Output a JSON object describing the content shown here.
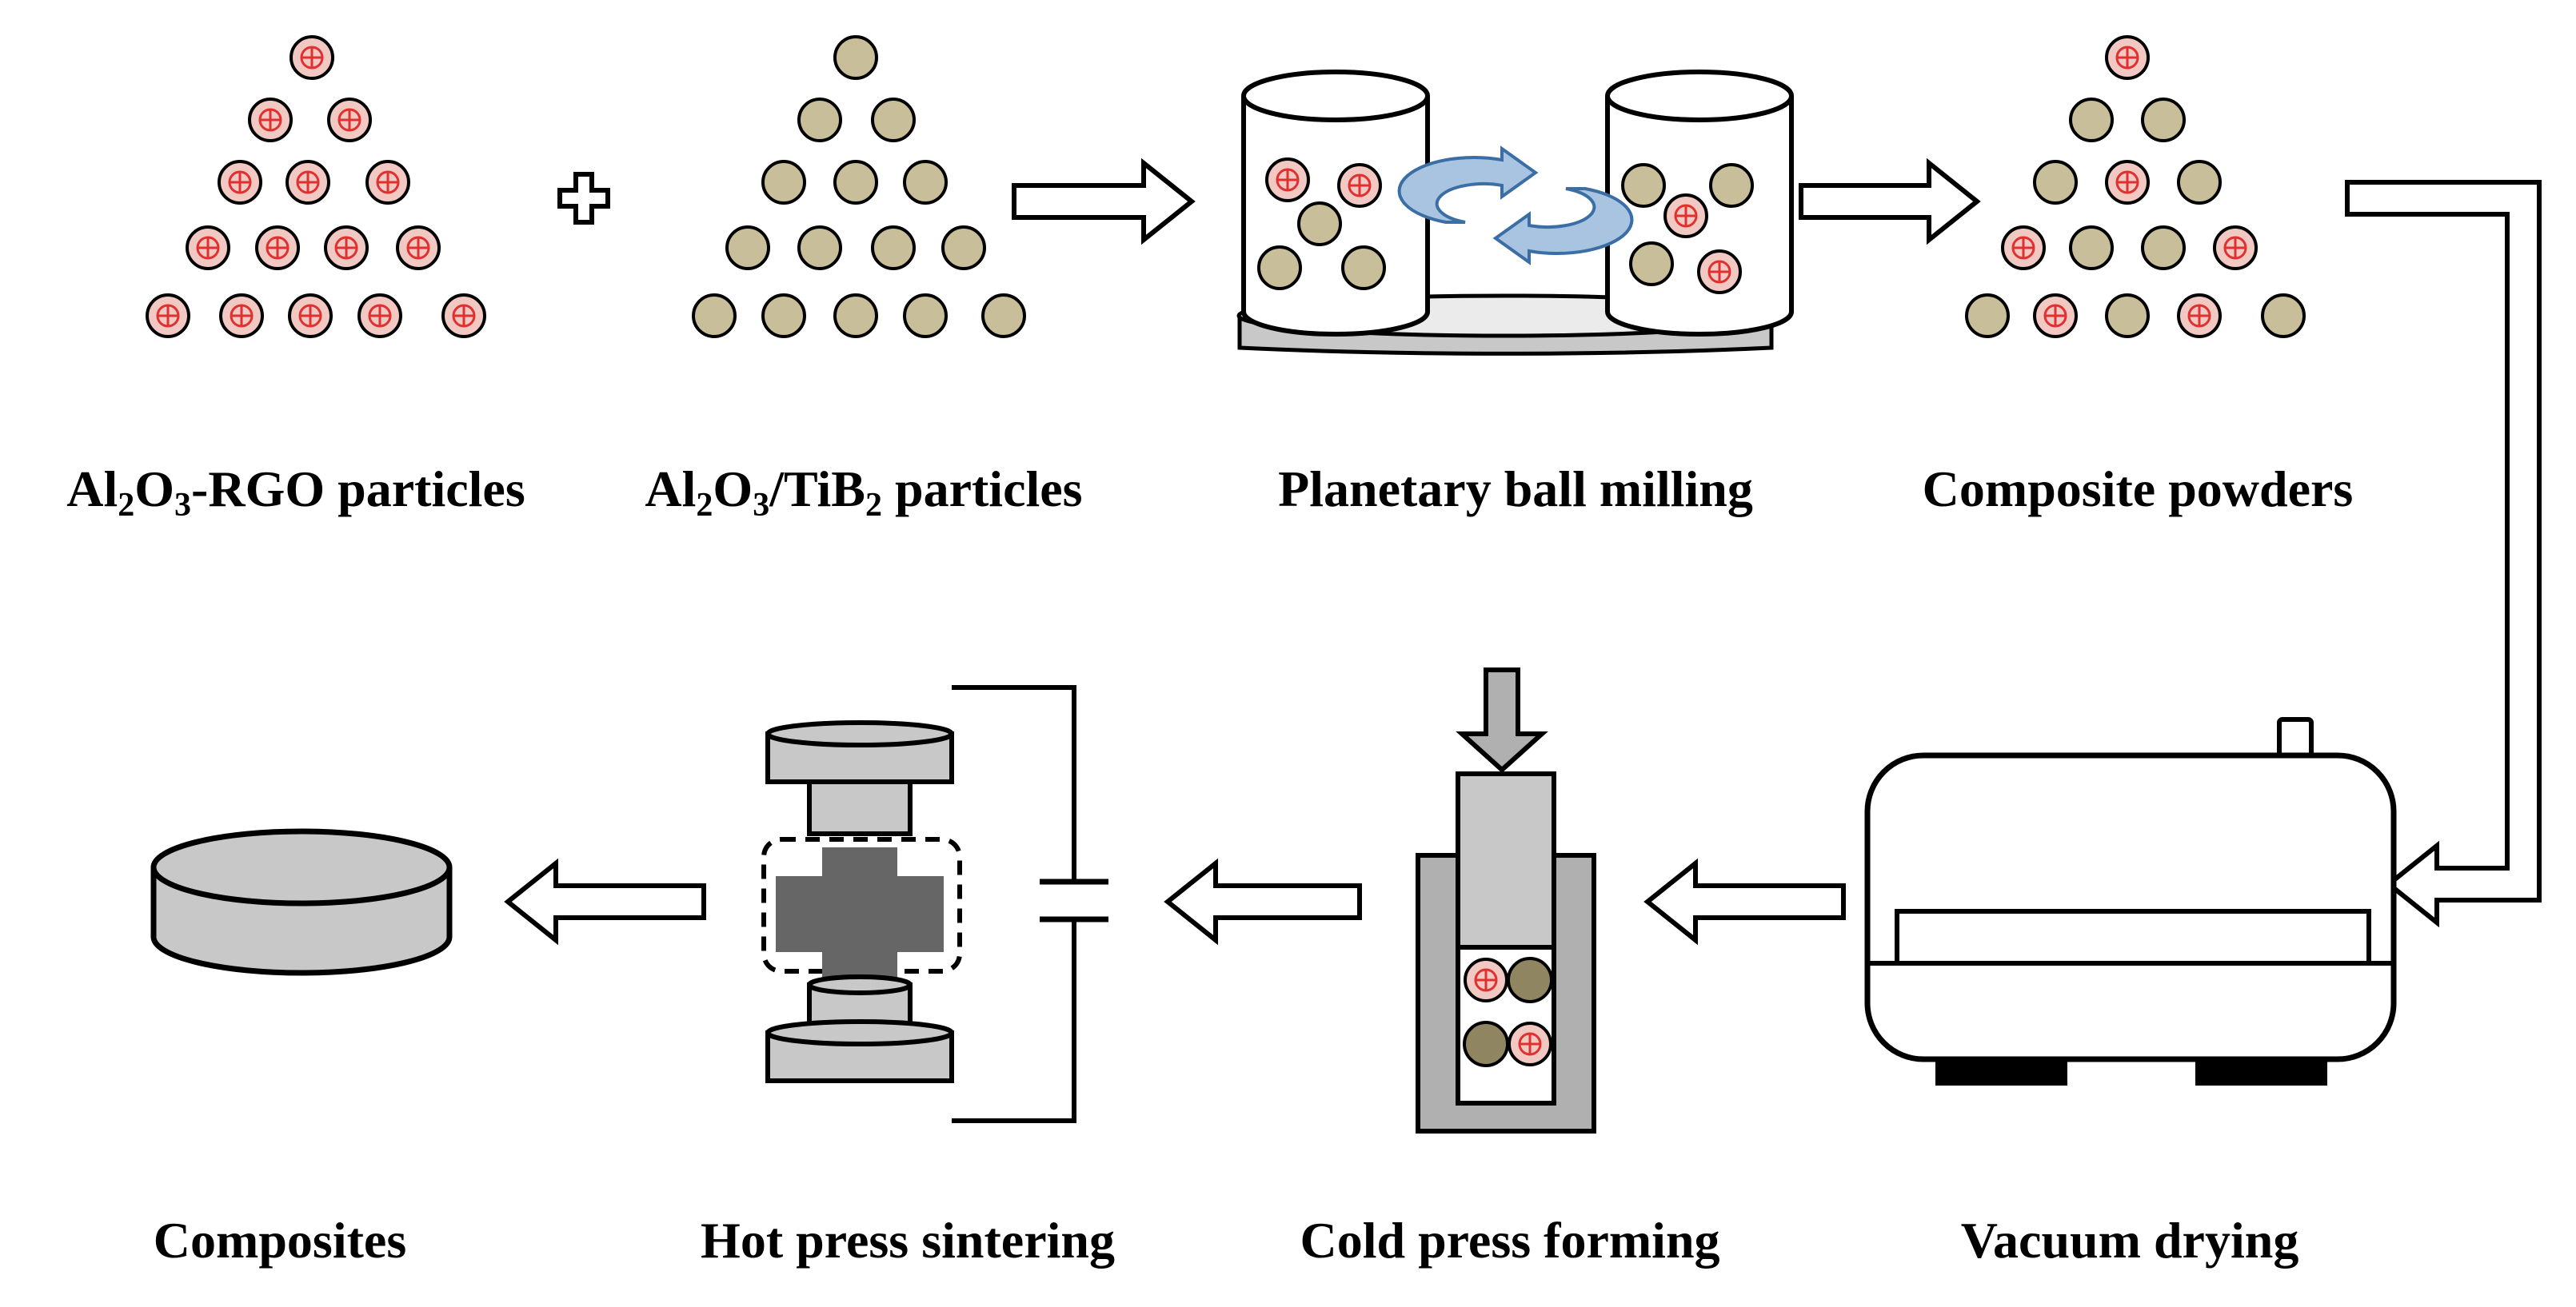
{
  "steps": {
    "al2o3_rgo": {
      "main1": "Al",
      "sub1": "2",
      "main2": "O",
      "sub2": "3",
      "main3": "-RGO particles"
    },
    "al2o3_tib2": {
      "main1": "Al",
      "sub1": "2",
      "main2": "O",
      "sub2": "3",
      "main3": "/TiB",
      "sub3": "2",
      "main4": " particles"
    },
    "milling": "Planetary ball milling",
    "powders": "Composite powders",
    "drying": "Vacuum drying",
    "cold_press": "Cold press forming",
    "hot_press": "Hot press sintering",
    "composites": "Composites"
  },
  "colors": {
    "tan_particle": "#c9be9a",
    "rgo_particle_fill": "#f2c9c2",
    "rgo_particle_mark": "#e03030",
    "dark_particle": "#8f8560",
    "gray": "#c8c8c8",
    "dark_gray": "#666666",
    "rotation_arrow": "#6f9ac4"
  }
}
